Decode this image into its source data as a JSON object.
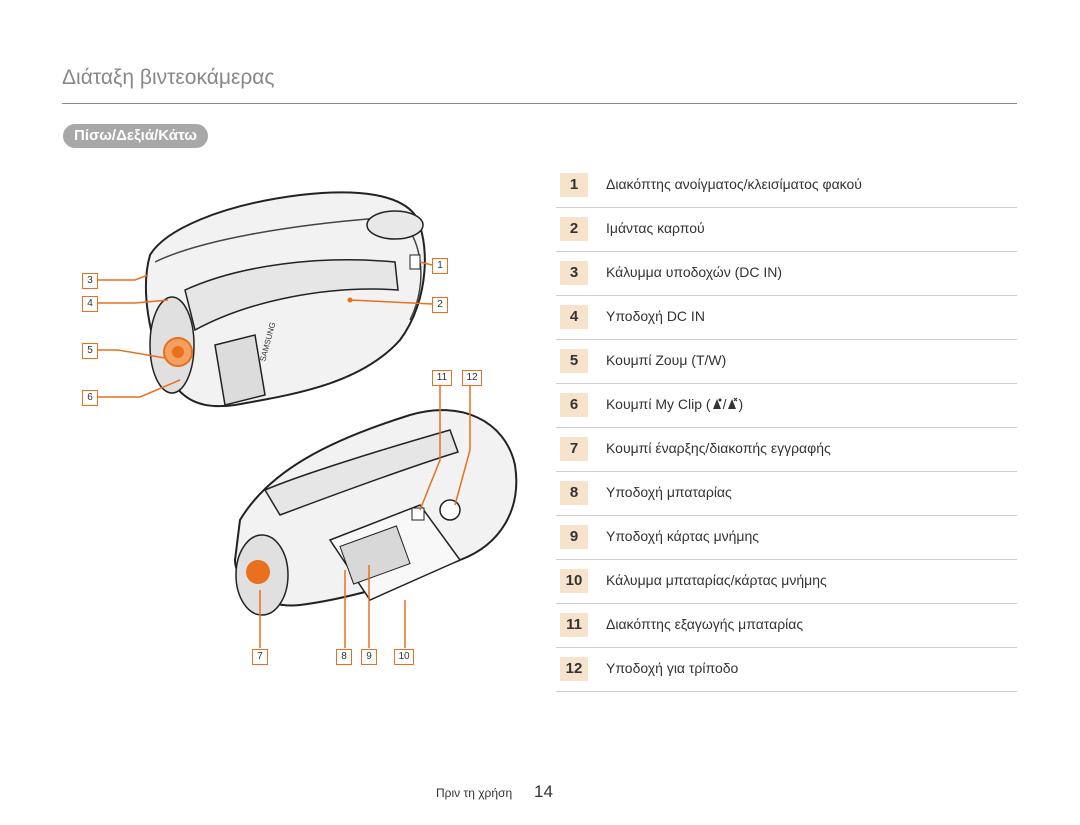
{
  "page": {
    "title": "Διάταξη βιντεοκάμερας",
    "section": "Πίσω/Δεξιά/Κάτω",
    "footer_text": "Πριν τη χρήση",
    "footer_page": "14"
  },
  "accent_color": "#e8701e",
  "parts": [
    {
      "num": "1",
      "label": "Διακόπτης ανοίγματος/κλεισίματος φακού"
    },
    {
      "num": "2",
      "label": "Ιμάντας καρπού"
    },
    {
      "num": "3",
      "label": "Κάλυμμα υποδοχών (DC IN)"
    },
    {
      "num": "4",
      "label": "Υποδοχή DC IN"
    },
    {
      "num": "5",
      "label": "Κουμπί Ζουμ (T/W)"
    },
    {
      "num": "6",
      "label": "Κουμπί My Clip (",
      "label_suffix": ")"
    },
    {
      "num": "7",
      "label": "Κουμπί έναρξης/διακοπής εγγραφής"
    },
    {
      "num": "8",
      "label": "Υποδοχή μπαταρίας"
    },
    {
      "num": "9",
      "label": "Υποδοχή κάρτας μνήμης"
    },
    {
      "num": "10",
      "label": "Κάλυμμα μπαταρίας/κάρτας μνήμης"
    },
    {
      "num": "11",
      "label": "Διακόπτης εξαγωγής μπαταρίας"
    },
    {
      "num": "12",
      "label": "Υποδοχή για τρίποδο"
    }
  ],
  "diagram": {
    "brand_text": "SAMSUNG",
    "callouts": [
      "1",
      "2",
      "3",
      "4",
      "5",
      "6",
      "7",
      "8",
      "9",
      "10",
      "11",
      "12"
    ]
  }
}
